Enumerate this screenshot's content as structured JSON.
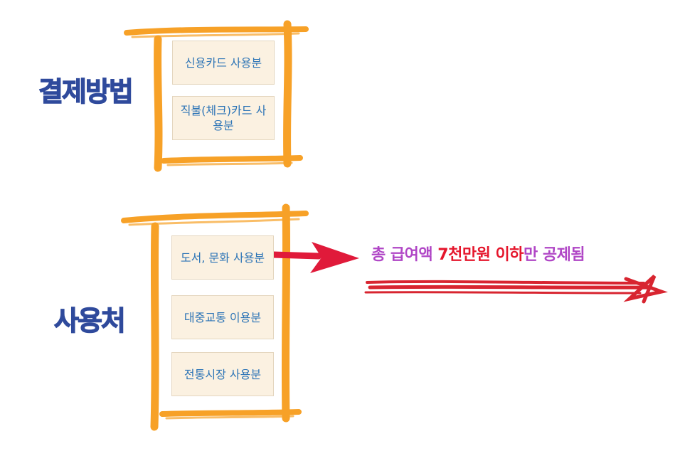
{
  "payment_section": {
    "label": "결제방법",
    "items": [
      "신용카드 사용분",
      "직불(체크)카드 사용분"
    ]
  },
  "usage_section": {
    "label": "사용처",
    "items": [
      "도서, 문화 사용분",
      "대중교통 이용분",
      "전통시장 사용분"
    ]
  },
  "callout": {
    "part1": "총 급여액 ",
    "part2_highlight": "7천만원 이하",
    "part3": "만 공제됨"
  },
  "colors": {
    "frame": "#f7a127",
    "label": "#2f4a9c",
    "item_text": "#2c74b6",
    "item_bg": "#fbf1e1",
    "arrow": "#e01a3a",
    "callout_purple": "#b046c6",
    "callout_red": "#e5162c"
  }
}
